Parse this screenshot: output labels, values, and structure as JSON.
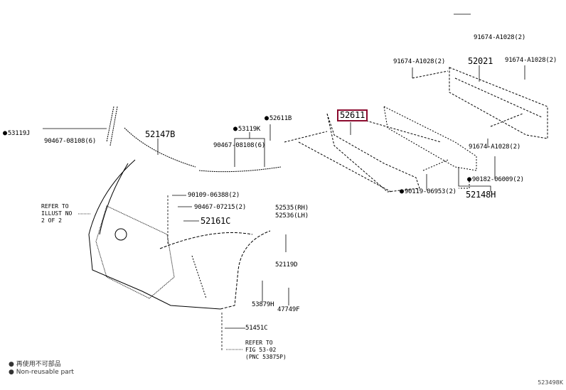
{
  "parts": {
    "p91674_top": "91674-A1028(2)",
    "p91674_left": "91674-A1028(2)",
    "p91674_right": "91674-A1028(2)",
    "p91674_bottom": "91674-A1028(2)",
    "p52021": "52021",
    "p52611": "52611",
    "p52611B": "52611B",
    "p53119J": "53119J",
    "p90467_08108_a": "90467-08108(6)",
    "p52147B": "52147B",
    "p53119K": "53119K",
    "p90467_08108_b": "90467-08108(6)",
    "p90182": "90182-06009(2)",
    "p90119": "90119-06953(2)",
    "p52148H": "52148H",
    "p90109": "90109-06388(2)",
    "p90467_07215": "90467-07215(2)",
    "p52161C": "52161C",
    "p52535": "52535(RH)",
    "p52536": "52536(LH)",
    "p52119D": "52119D",
    "p53879H": "53879H",
    "p47749F": "47749F",
    "p51451C": "51451C"
  },
  "notes": {
    "refer_illust": "REFER TO\nILLUST NO\n2 OF 2",
    "refer_fig": "REFER TO\nFIG 53-02\n(PNC 53875P)"
  },
  "legend": {
    "jp": "再使用不可部品",
    "en": "Non-reusable part"
  },
  "figure_id": "523498K",
  "colors": {
    "highlight": "#8b0a2e"
  }
}
